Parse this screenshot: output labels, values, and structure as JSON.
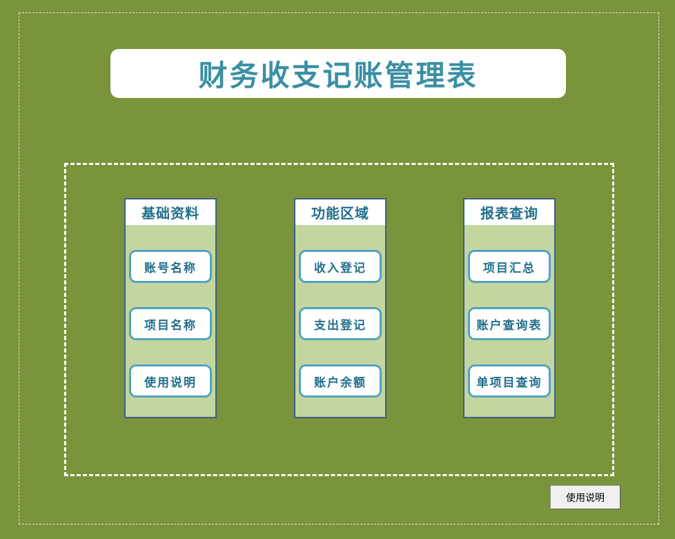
{
  "title": "财务收支记账管理表",
  "panels": [
    {
      "header": "基础资料",
      "buttons": [
        "账号名称",
        "项目名称",
        "使用说明"
      ]
    },
    {
      "header": "功能区域",
      "buttons": [
        "收入登记",
        "支出登记",
        "账户余额"
      ]
    },
    {
      "header": "报表查询",
      "buttons": [
        "项目汇总",
        "账户查询表",
        "单项目查询"
      ]
    }
  ],
  "help_button": "使用说明",
  "colors": {
    "background": "#79943a",
    "panel_fill": "#c4d6a0",
    "panel_border": "#3e5f86",
    "button_border": "#52a3be",
    "text": "#1f6f8b",
    "title_text": "#3a8fa3"
  }
}
